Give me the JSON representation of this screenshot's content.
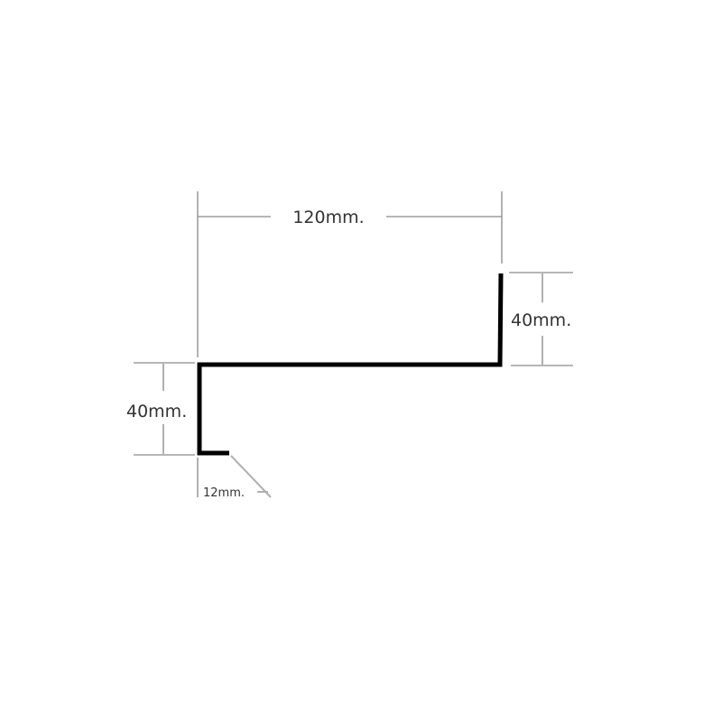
{
  "diagram": {
    "width_label": "120mm.",
    "right_height_label": "40mm.",
    "left_height_label": "40mm.",
    "lip_label": "12mm.",
    "profile_color": "#000000",
    "dimension_color": "#8a8a8a"
  }
}
